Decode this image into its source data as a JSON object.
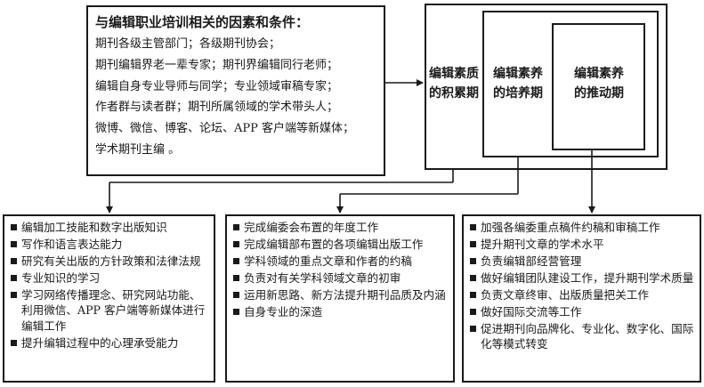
{
  "factors": {
    "title": "与编辑职业培训相关的因素和条件：",
    "lines": [
      "期刊各级主管部门；各级期刊协会；",
      "期刊编辑界老一辈专家；期刊界编辑同行老师；",
      "编辑自身专业导师与同学；专业领域审稿专家；",
      "作者群与读者群；期刊所属领域的学术带头人；",
      "微博、微信、博客、论坛、APP 客户端等新媒体；",
      "学术期刊主编 。"
    ]
  },
  "stages": {
    "s1": {
      "line1": "编辑素质",
      "line2": "的积累期"
    },
    "s2": {
      "line1": "编辑素养",
      "line2": "的培养期"
    },
    "s3": {
      "line1": "编辑素养",
      "line2": "的推动期"
    }
  },
  "panels": {
    "left": [
      "编辑加工技能和数字出版知识",
      "写作和语言表达能力",
      "研究有关出版的方针政策和法律法规",
      "专业知识的学习",
      "学习网络传播理念、研究网站功能、利用微信、APP 客户端等新媒体进行 编辑工作",
      "提升编辑过程中的心理承受能力"
    ],
    "mid": [
      "完成编委会布置的年度工作",
      "完成编辑部布置的各项编辑出版工作",
      "学科领域的重点文章和作者的约稿",
      "负责对有关学科领域文章的初审",
      "运用新思路、新方法提升期刊品质及内涵",
      "自身专业的深造"
    ],
    "right": [
      "加强各编委重点稿件约稿和审稿工作",
      "提升期刊文章的学术水平",
      "负责编辑部经营管理",
      "做好编辑团队建设工作，提升期刊学术质量",
      "负责文章终审、出版质量把关工作",
      "做好国际交流等工作",
      "促进期刊向品牌化、专业化、数字化、国际化等模式转变"
    ]
  }
}
